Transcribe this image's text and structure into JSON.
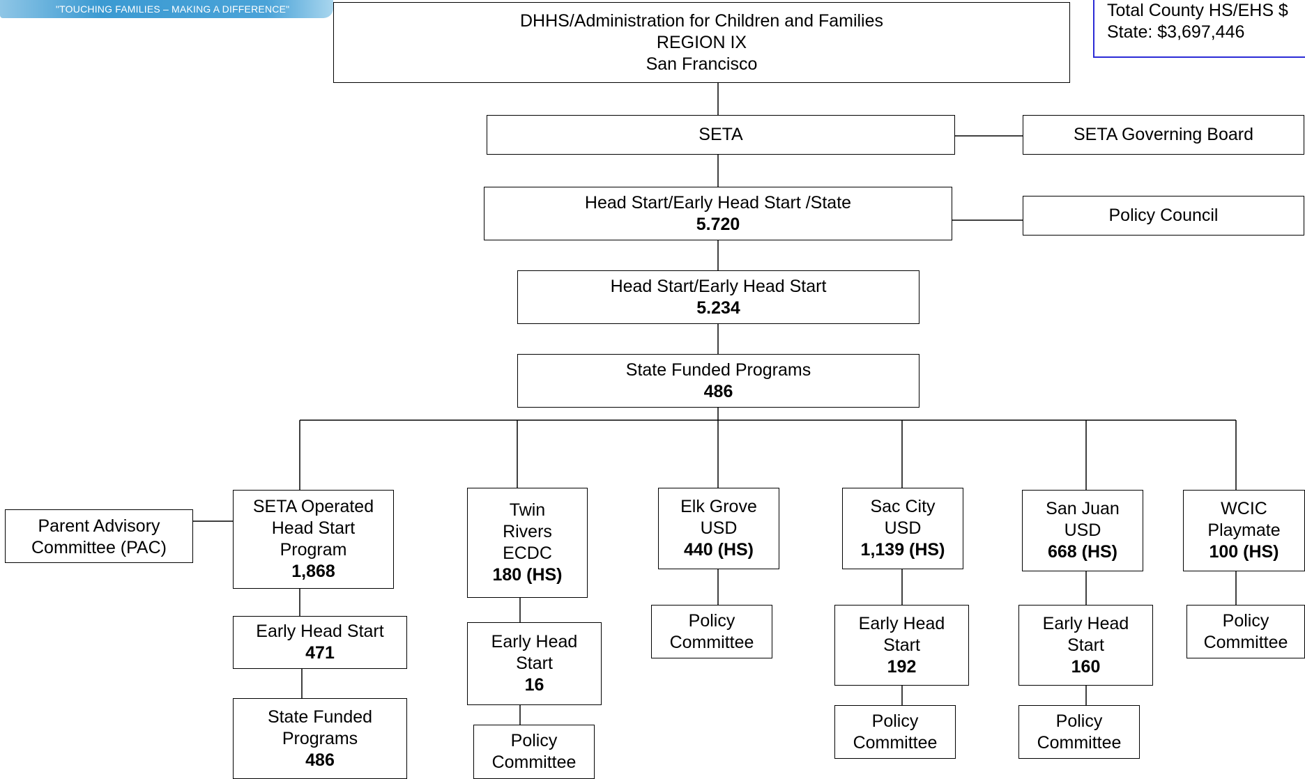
{
  "banner": {
    "slogan": "\"TOUCHING FAMILIES – MAKING A DIFFERENCE\""
  },
  "funding": {
    "line1": "Total County HS/EHS $",
    "line2": "State: $3,697,446"
  },
  "dhhs": {
    "line1": "DHHS/Administration for Children and Families",
    "line2": "REGION IX",
    "line3": "San Francisco"
  },
  "seta": {
    "label": "SETA"
  },
  "seta_board": {
    "label": "SETA Governing Board"
  },
  "hs_ehs_state": {
    "label": "Head Start/Early Head Start /State",
    "value": "5.720"
  },
  "policy_council": {
    "label": "Policy Council"
  },
  "hs_ehs": {
    "label": "Head Start/Early Head Start",
    "value": "5.234"
  },
  "state_funded": {
    "label": "State Funded Programs",
    "value": "486"
  },
  "pac": {
    "line1": "Parent Advisory",
    "line2": "Committee (PAC)"
  },
  "seta_operated": {
    "line1": "SETA Operated",
    "line2": "Head Start",
    "line3": "Program",
    "value": "1,868"
  },
  "seta_ehs": {
    "label": "Early Head Start",
    "value": "471"
  },
  "seta_state_funded": {
    "line1": "State Funded",
    "line2": "Programs",
    "value": "486"
  },
  "twin_rivers": {
    "line1": "Twin",
    "line2": "Rivers",
    "line3": "ECDC",
    "value": "180 (HS)"
  },
  "twin_ehs": {
    "line1": "Early Head",
    "line2": "Start",
    "value": "16"
  },
  "twin_policy": {
    "line1": "Policy",
    "line2": "Committee"
  },
  "elk_grove": {
    "line1": "Elk Grove",
    "line2": "USD",
    "value": "440 (HS)"
  },
  "elk_policy": {
    "line1": "Policy",
    "line2": "Committee"
  },
  "sac_city": {
    "line1": "Sac City",
    "line2": "USD",
    "value": "1,139 (HS)"
  },
  "sac_ehs": {
    "line1": "Early Head",
    "line2": "Start",
    "value": "192"
  },
  "sac_policy": {
    "line1": "Policy",
    "line2": "Committee"
  },
  "san_juan": {
    "line1": "San Juan",
    "line2": "USD",
    "value": "668 (HS)"
  },
  "sj_ehs": {
    "line1": "Early Head",
    "line2": "Start",
    "value": "160"
  },
  "sj_policy": {
    "line1": "Policy",
    "line2": "Committee"
  },
  "wcic": {
    "line1": "WCIC",
    "line2": "Playmate",
    "value": "100 (HS)"
  },
  "wcic_policy": {
    "line1": "Policy",
    "line2": "Committee"
  }
}
